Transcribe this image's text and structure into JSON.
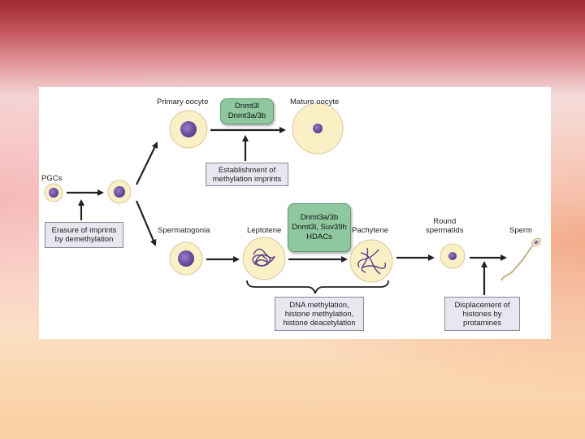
{
  "labels": {
    "pgcs": "PGCs",
    "primary_oocyte": "Primary oocyte",
    "mature_oocyte": "Mature oocyte",
    "spermatogonia": "Spermatogonia",
    "leptotene": "Leptotene",
    "pachytene": "Pachytene",
    "round_spermatids_1": "Round",
    "round_spermatids_2": "spermatids",
    "sperm": "Sperm"
  },
  "green_boxes": {
    "oocyte_1": "Dnmt3l",
    "oocyte_2": "Dnmt3a/3b",
    "meiosis_1": "Dnmt3a/3b",
    "meiosis_2": "Dnmt3l, Suv39h",
    "meiosis_3": "HDACs"
  },
  "note_boxes": {
    "establishment_1": "Establishment of",
    "establishment_2": "methylation imprints",
    "erasure_1": "Erasure of imprints",
    "erasure_2": "by demethylation",
    "dna_1": "DNA methylation,",
    "dna_2": "histone methylation,",
    "dna_3": "histone deacetylation",
    "displacement_1": "Displacement of",
    "displacement_2": "histones by",
    "displacement_3": "protamines"
  },
  "colors": {
    "cell_fill": "#fbefc6",
    "cell_stroke": "#d8c89a",
    "nucleus": "#6b4a9c",
    "arrow": "#222222",
    "green_box": "#8fc79f",
    "note_box": "#e8e6ef"
  }
}
